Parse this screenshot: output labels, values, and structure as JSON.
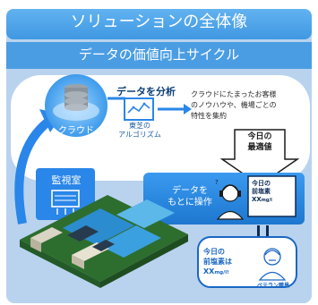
{
  "header": {
    "title": "ソリューションの全体像",
    "subtitle": "データの価値向上サイクル"
  },
  "cloud": {
    "label": "クラウド",
    "analysis_label": "データを分析",
    "algorithm_label_1": "東芝の",
    "algorithm_label_2": "アルゴリズム",
    "description_1": "クラウドにたまったお客様",
    "description_2": "のノウハウや、機場ごとの",
    "description_3": "特性を集約"
  },
  "optimal": {
    "line1": "今日の",
    "line2": "最適値"
  },
  "monitor_room": {
    "label": "監視室"
  },
  "operation": {
    "line1": "データを",
    "line2": "もとに操作"
  },
  "note_system": {
    "line1": "今日の",
    "line2": "前塩素",
    "line3": "XX",
    "line3_unit": "mg/l"
  },
  "note_veteran": {
    "line1": "今日の",
    "line2": "前塩素は",
    "line3": "XX",
    "line3_unit": "mg/l!",
    "person_label": "ベテラン職員"
  },
  "colors": {
    "panel_blue": "#b9d3ef",
    "header_blue": "#6cb7f0",
    "box_blue": "#2f8fe6",
    "arrow_blue": "#2a86e8",
    "accent_text": "#1a67c4"
  },
  "icons": [
    "database-icon",
    "cloud-icon",
    "analysis-chart-icon",
    "monitor-icon",
    "arrow-down-icon",
    "arrow-loop-icon",
    "operator-headset-icon",
    "veteran-person-icon",
    "water-plant-illustration"
  ]
}
